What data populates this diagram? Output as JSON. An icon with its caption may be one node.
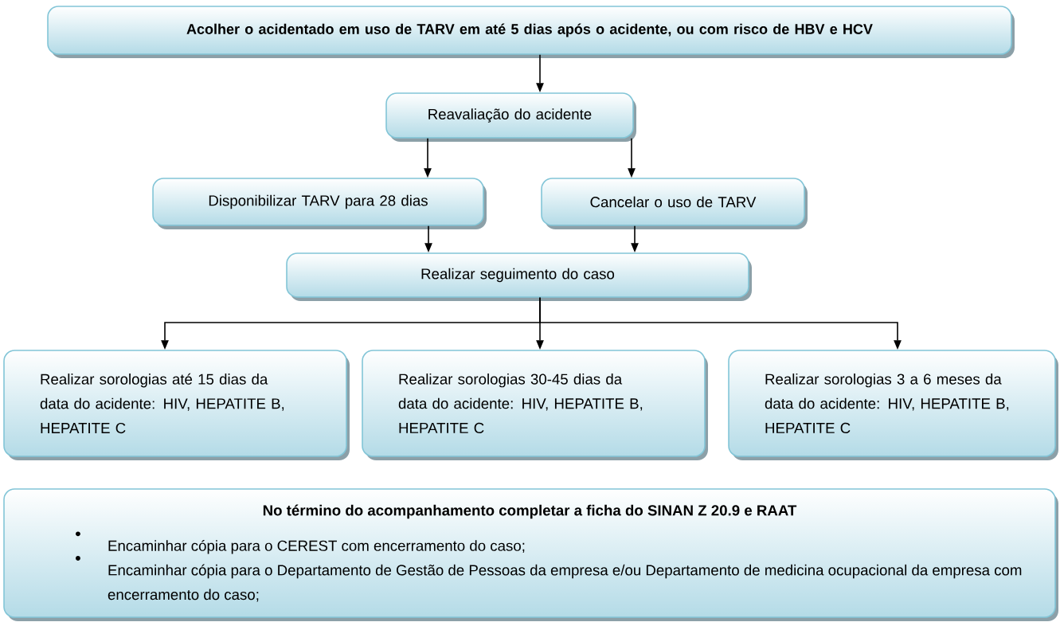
{
  "diagram": {
    "nodes": [
      {
        "text": [
          "Acolher o acidentado em uso de TARV em até 5 dias após o acidente, ou com risco de HBV e HCV"
        ]
      },
      {
        "text": [
          "Reavaliação do acidente"
        ]
      },
      {
        "text": [
          "Disponibilizar TARV para 28 dias"
        ]
      },
      {
        "text": [
          "Cancelar o uso de TARV"
        ]
      },
      {
        "text": [
          "Realizar seguimento do caso"
        ]
      },
      {
        "text": [
          "Realizar sorologias até 15 dias da data do acidente: HIV, HEPATITE B, HEPATITE C"
        ]
      },
      {
        "text": [
          "Realizar sorologias 30-45 dias da data do acidente: HIV, HEPATITE B, HEPATITE C"
        ]
      },
      {
        "text": [
          "Realizar sorologias 3 a 6 meses da data do acidente: HIV, HEPATITE B, HEPATITE C"
        ]
      },
      {
        "text": [
          "No término do acompanhamento completar a ficha do SINAN Z 20.9 e RAAT",
          "Encaminhar cópia para o CEREST com encerramento do caso;",
          "Encaminhar cópia para o Departamento de Gestão de Pessoas da empresa e/ou Departamento de medicina ocupacional da empresa com encerramento do caso;"
        ]
      }
    ],
    "edges": [
      {
        "from": 0,
        "to": 1,
        "arrow": "to"
      },
      {
        "from": 1,
        "to": 2,
        "arrow": "to"
      },
      {
        "from": 1,
        "to": 3,
        "arrow": "to"
      },
      {
        "from": 2,
        "to": 4,
        "arrow": "to"
      },
      {
        "from": 3,
        "to": 4,
        "arrow": "to"
      },
      {
        "from": 4,
        "to": 5,
        "arrow": "to"
      },
      {
        "from": 4,
        "to": 6,
        "arrow": "to"
      },
      {
        "from": 4,
        "to": 7,
        "arrow": "to"
      }
    ]
  }
}
